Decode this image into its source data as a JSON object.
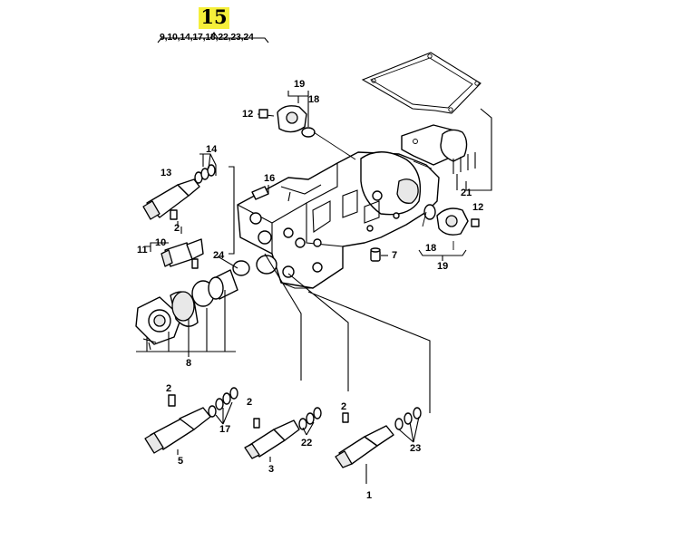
{
  "header": {
    "main_part_number": "15",
    "related_refs": "9,10,14,17,18,22,23,24",
    "highlight_color": "#f5ef3a"
  },
  "callouts": {
    "c1": "1",
    "c2a": "2",
    "c2b": "2",
    "c2c": "2",
    "c2d": "2",
    "c3": "3",
    "c5": "5",
    "c7": "7",
    "c8": "8",
    "c10": "10",
    "c11": "11",
    "c12a": "12",
    "c12b": "12",
    "c13": "13",
    "c14": "14",
    "c16": "16",
    "c17": "17",
    "c18a": "18",
    "c18b": "18",
    "c19a": "19",
    "c19b": "19",
    "c21": "21",
    "c22": "22",
    "c23": "23",
    "c24": "24"
  }
}
